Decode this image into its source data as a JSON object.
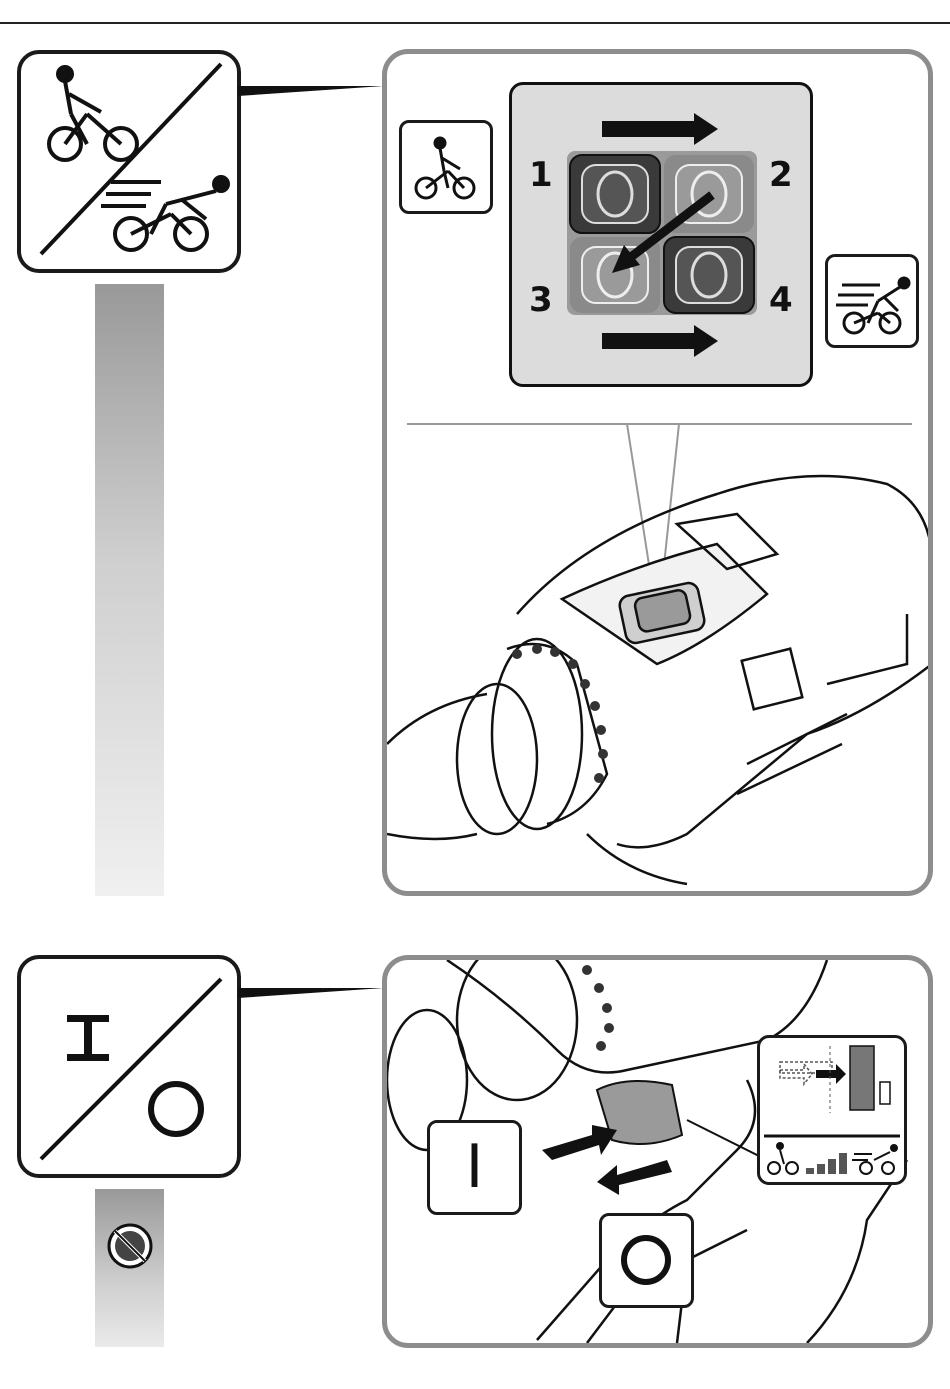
{
  "section1": {
    "mode_icons": [
      "cyclist-slow-icon",
      "cyclist-fast-icon"
    ],
    "button_positions": [
      "1",
      "2",
      "3",
      "4"
    ]
  },
  "section2": {
    "switch_on_symbol": "I",
    "switch_off_symbol": "O",
    "prohibited_icon": "no-drill-icon"
  },
  "colors": {
    "frame_gray": "#8d8d8d",
    "ink": "#1a1a1a",
    "panel_gray": "#dcdcdc"
  }
}
